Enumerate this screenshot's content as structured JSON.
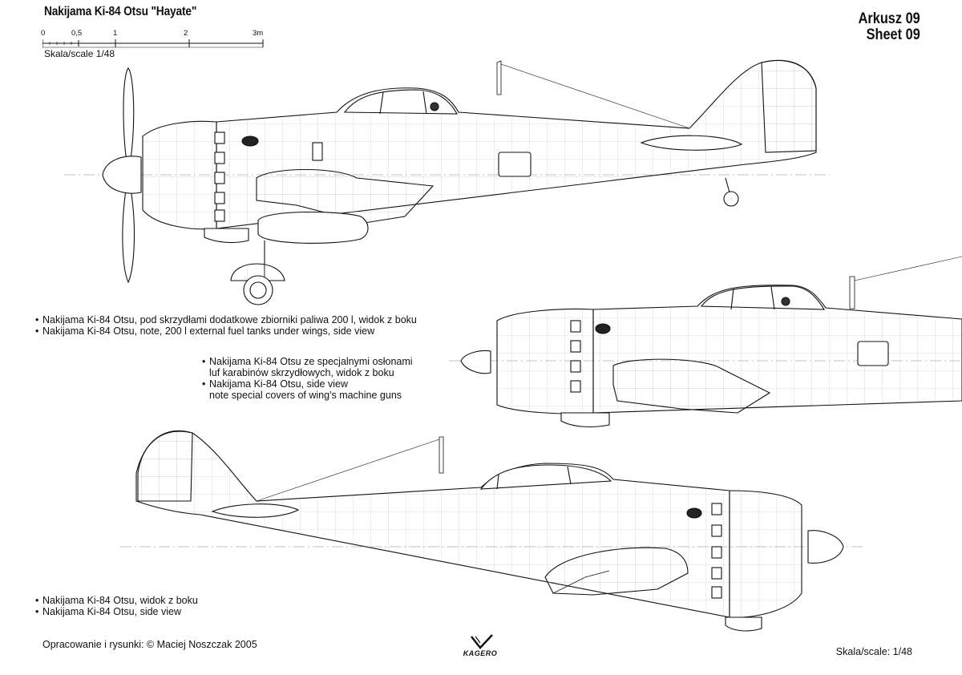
{
  "header": {
    "title": "Nakijama Ki-84 Otsu \"Hayate\"",
    "sheet_pl": "Arkusz 09",
    "sheet_en": "Sheet 09",
    "scale_label": "Skala/scale 1/48",
    "ruler_ticks": [
      "0",
      "0,5",
      "1",
      "2",
      "3m"
    ]
  },
  "captions": {
    "top": [
      "Nakijama Ki-84 Otsu, pod skrzydłami dodatkowe zbiorniki paliwa 200 l, widok z boku",
      "Nakijama Ki-84 Otsu, note, 200 l external fuel tanks under wings, side view"
    ],
    "middle": [
      "Nakijama Ki-84 Otsu ze specjalnymi osłonami",
      "luf karabinów skrzydłowych, widok z boku",
      "Nakijama Ki-84 Otsu, side view",
      "note special covers of wing's machine guns"
    ],
    "bottom": [
      "Nakijama Ki-84 Otsu, widok z boku",
      "Nakijama Ki-84 Otsu, side view"
    ]
  },
  "footer": {
    "credit": "Opracowanie i rysunki: © Maciej Noszczak 2005",
    "publisher": "KAGERO",
    "scale": "Skala/scale: 1/48"
  }
}
